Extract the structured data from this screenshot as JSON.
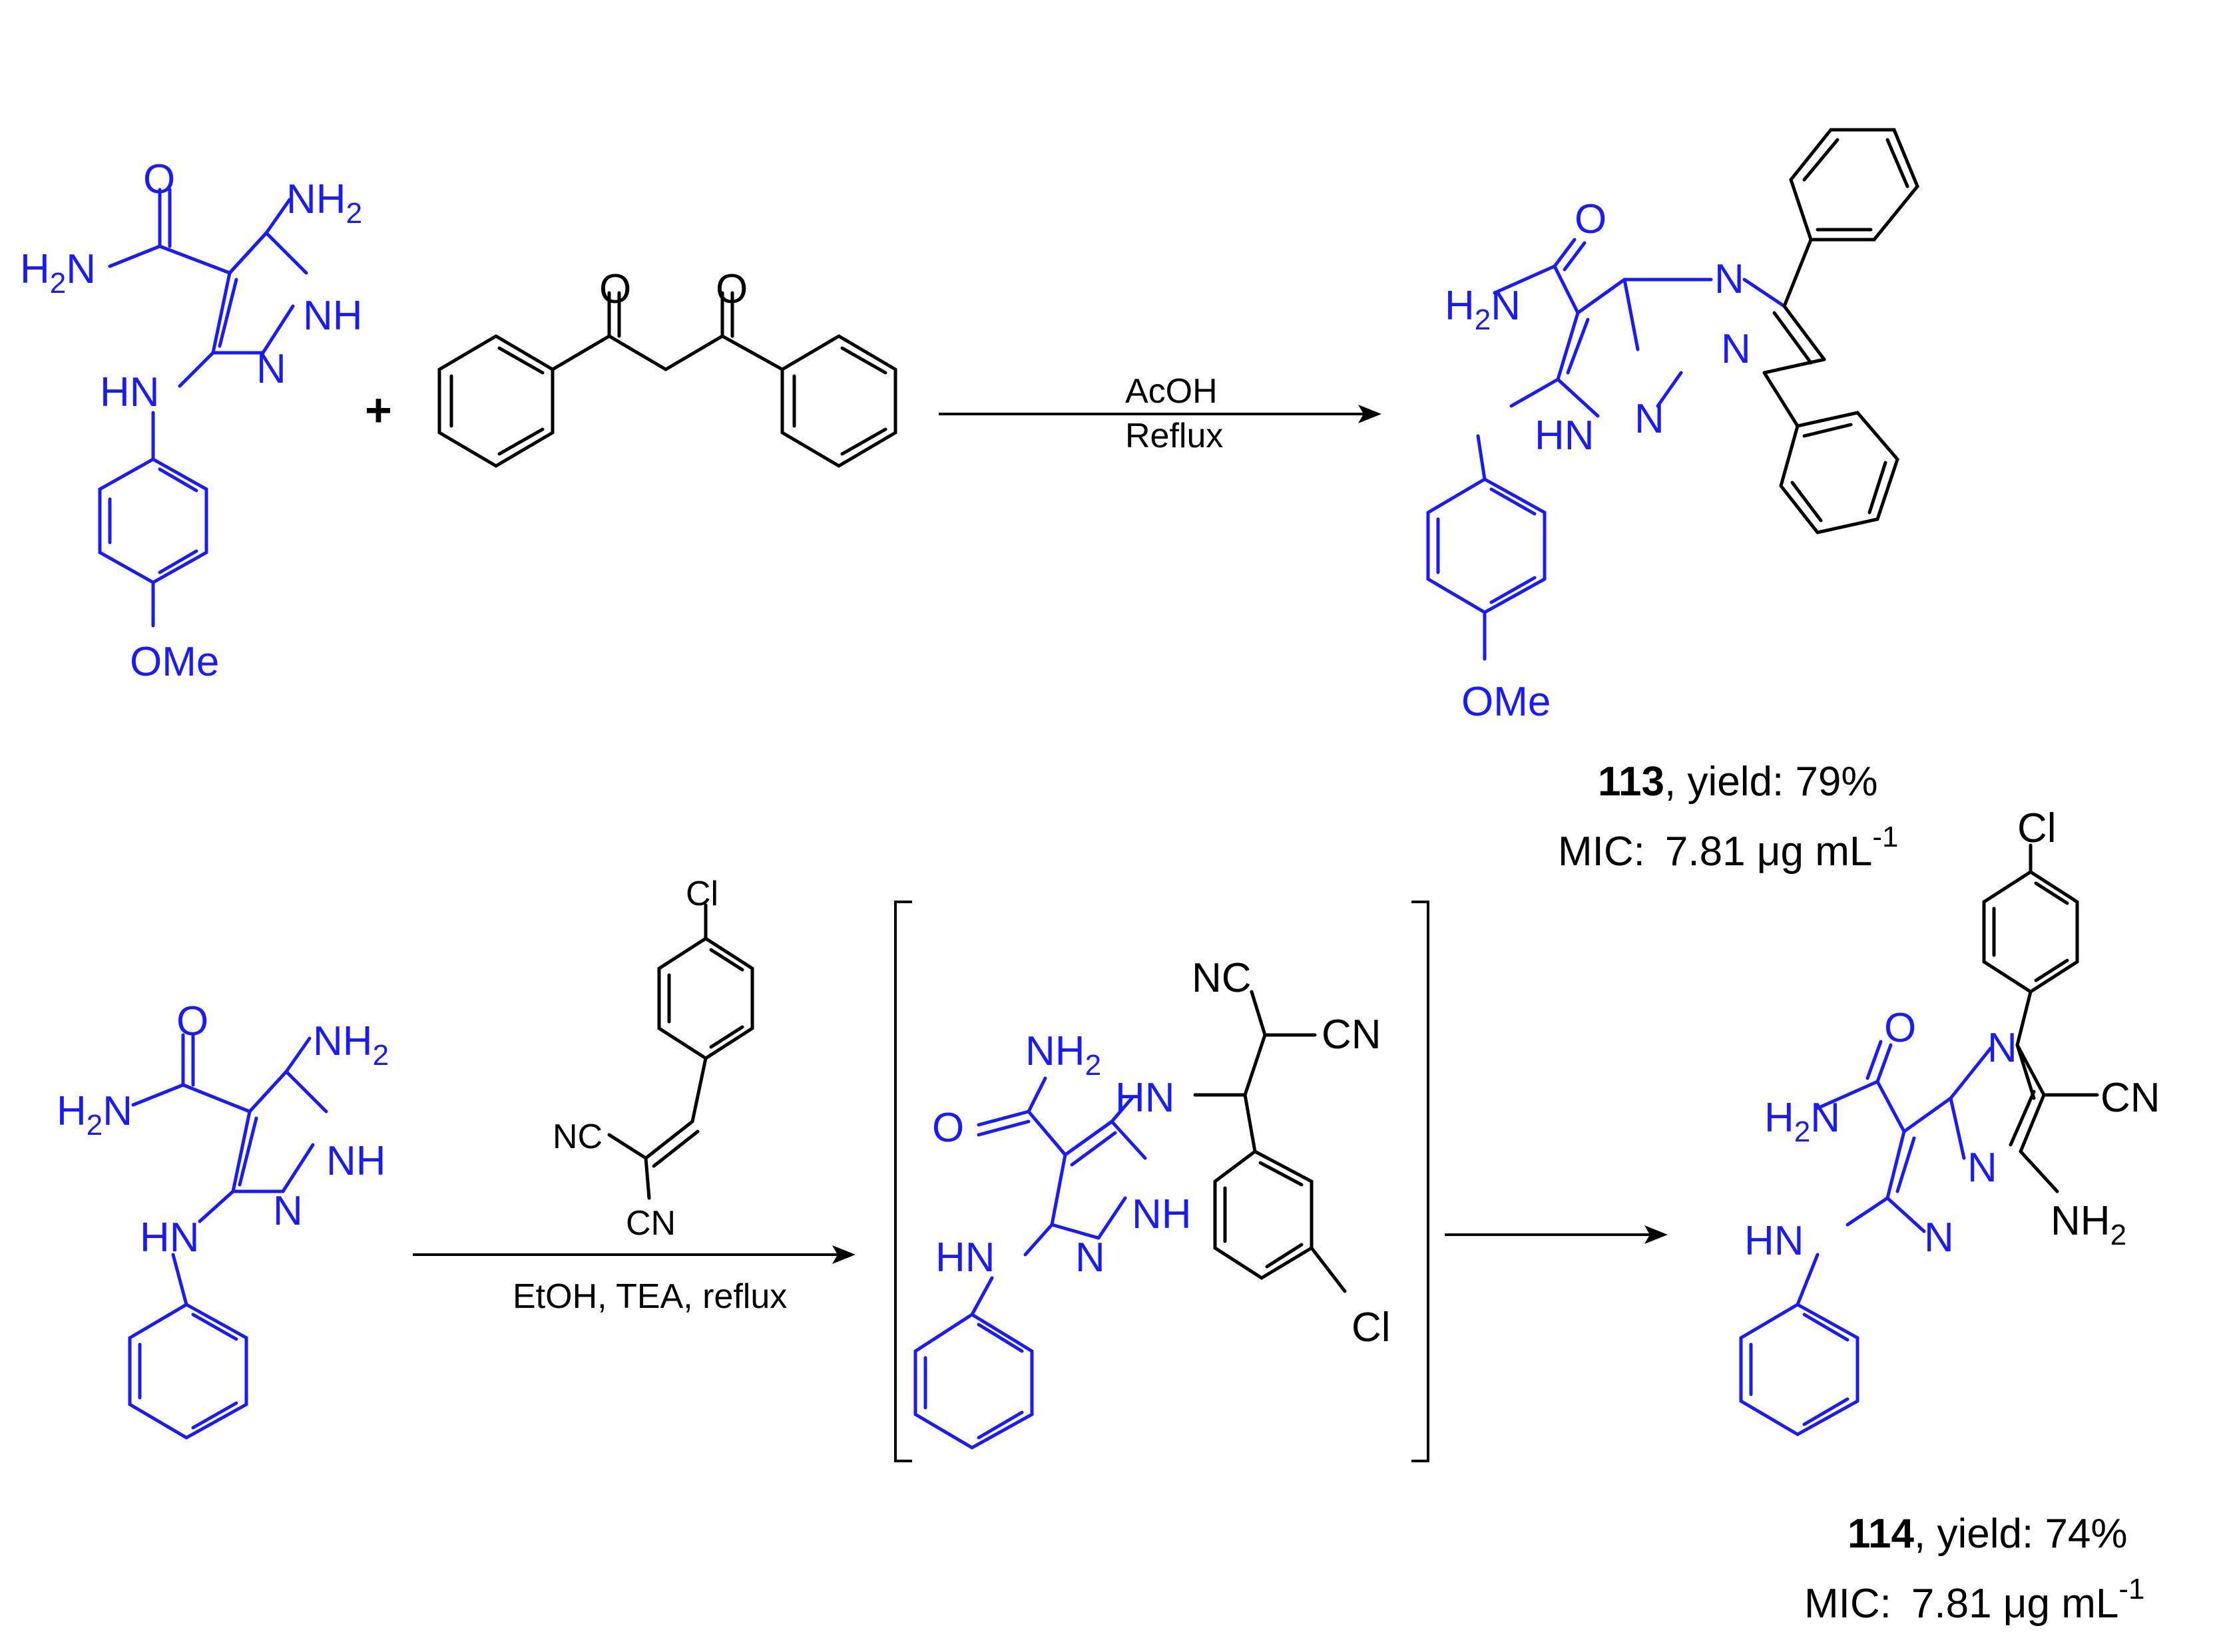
{
  "reaction_top": {
    "plus": "+",
    "conditions": [
      "AcOH",
      "Reflux"
    ],
    "product_number": "113",
    "yield_text": ", yield: 79%",
    "mic_label": "MIC:",
    "mic_value": "7.81 μg mL",
    "mic_exponent": "-1"
  },
  "reaction_bottom": {
    "reagent_labels": {
      "nc": "NC",
      "cn": "CN",
      "cl": "Cl"
    },
    "conditions": "EtOH, TEA, reflux",
    "product_number": "114",
    "yield_text": ", yield: 74%",
    "mic_label": "MIC:",
    "mic_value": "7.81 μg mL",
    "mic_exponent": "-1"
  },
  "atom_labels": {
    "O": "O",
    "N": "N",
    "NH": "NH",
    "HN": "HN",
    "H": "H",
    "NH2_base": "NH",
    "sub2": "2",
    "H2N_base": "N",
    "OMe": "OMe",
    "Cl": "Cl",
    "CN": "CN",
    "NC": "NC"
  },
  "colors": {
    "blue": "#1a1aff",
    "black": "#000000"
  }
}
